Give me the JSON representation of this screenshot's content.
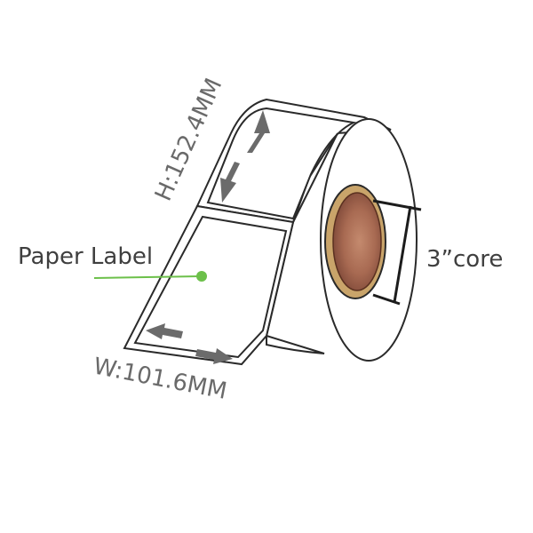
{
  "diagram": {
    "labels": {
      "height": "H:152.4MM",
      "width": "W:101.6MM",
      "paper_label": "Paper Label",
      "core": "3”core"
    },
    "colors": {
      "outline": "#2a2a2a",
      "arrow": "#6b6b6b",
      "pointer": "#6cc04a",
      "core_outer": "#c9a46a",
      "core_inner": "#a86a52",
      "core_dark": "#7a4536"
    }
  }
}
